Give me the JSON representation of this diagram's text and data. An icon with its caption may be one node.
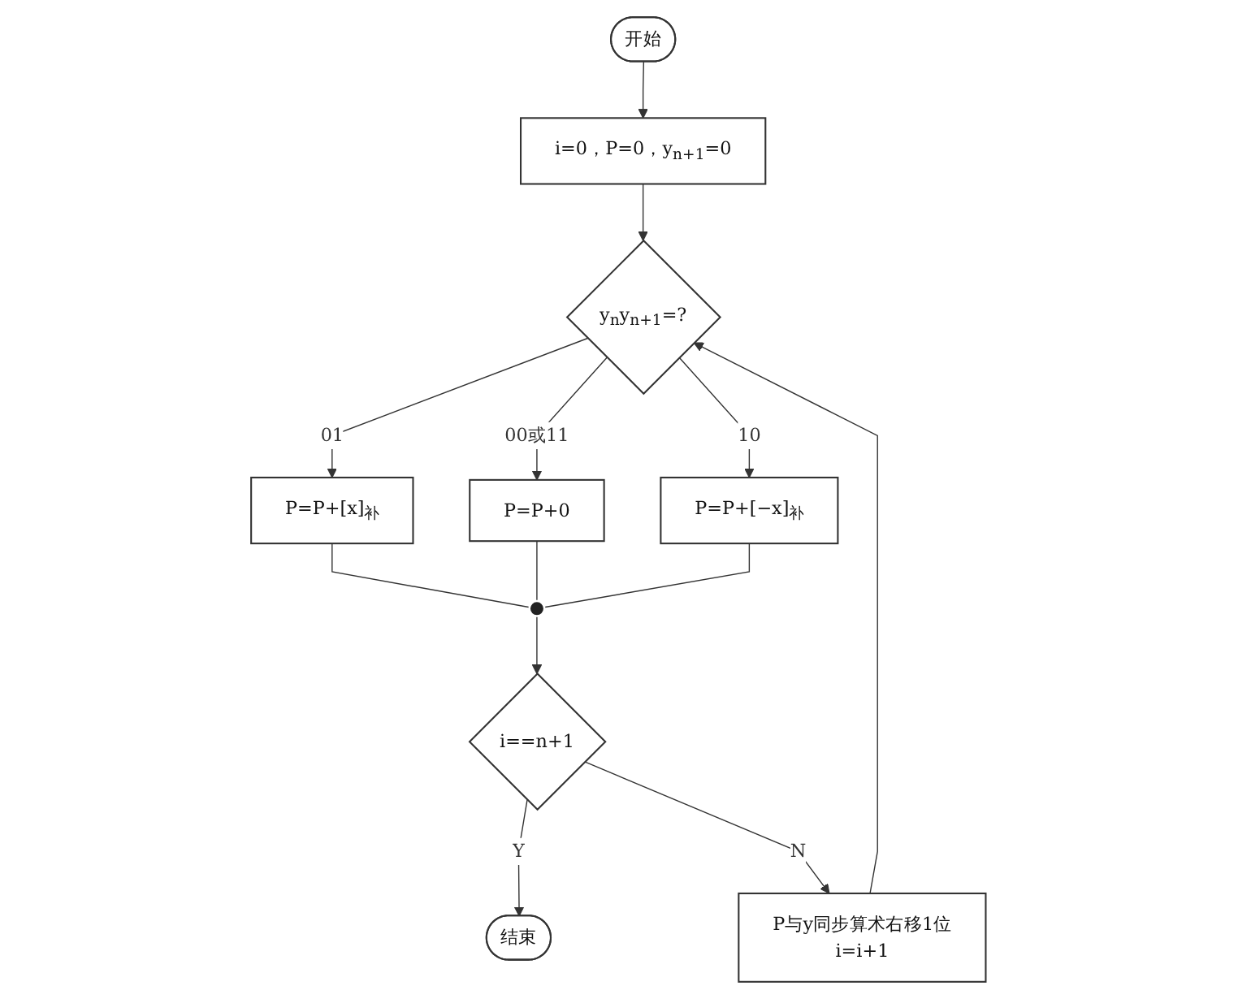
{
  "diagram": {
    "nodes": [
      {
        "text": [
          "开始"
        ]
      },
      {
        "text": [
          "i=0，P=0，y$_{n+1}$=0"
        ]
      },
      {
        "text": [
          "y$_{n}$y$_{n+1}$=?"
        ]
      },
      {
        "text": [
          "P=P+[x]$_{补}$"
        ]
      },
      {
        "text": [
          "P=P+0"
        ]
      },
      {
        "text": [
          "P=P+[−x]$_{补}$"
        ]
      },
      {
        "text": [],
        "shape": "circle"
      },
      {
        "text": [
          "i==n+1"
        ]
      },
      {
        "text": [
          "结束"
        ]
      },
      {
        "text": [
          "P与y同步算术右移1位",
          "i=i+1"
        ]
      }
    ],
    "edges": [
      {
        "from": 0,
        "to": 1,
        "arrow": "to"
      },
      {
        "from": 1,
        "to": 2,
        "arrow": "to"
      },
      {
        "from": 2,
        "to": 3,
        "label": "01",
        "arrow": "to"
      },
      {
        "from": 2,
        "to": 4,
        "label": "00或11",
        "arrow": "to"
      },
      {
        "from": 2,
        "to": 5,
        "label": "10",
        "arrow": "to"
      },
      {
        "from": 3,
        "to": 6,
        "arrow": "none"
      },
      {
        "from": 4,
        "to": 6,
        "arrow": "none"
      },
      {
        "from": 5,
        "to": 6,
        "arrow": "none"
      },
      {
        "from": 6,
        "to": 7,
        "arrow": "to"
      },
      {
        "from": 7,
        "to": 8,
        "label": "Y",
        "arrow": "to"
      },
      {
        "from": 7,
        "to": 9,
        "label": "N",
        "arrow": "to"
      },
      {
        "from": 9,
        "to": 2,
        "arrow": "to"
      }
    ]
  }
}
